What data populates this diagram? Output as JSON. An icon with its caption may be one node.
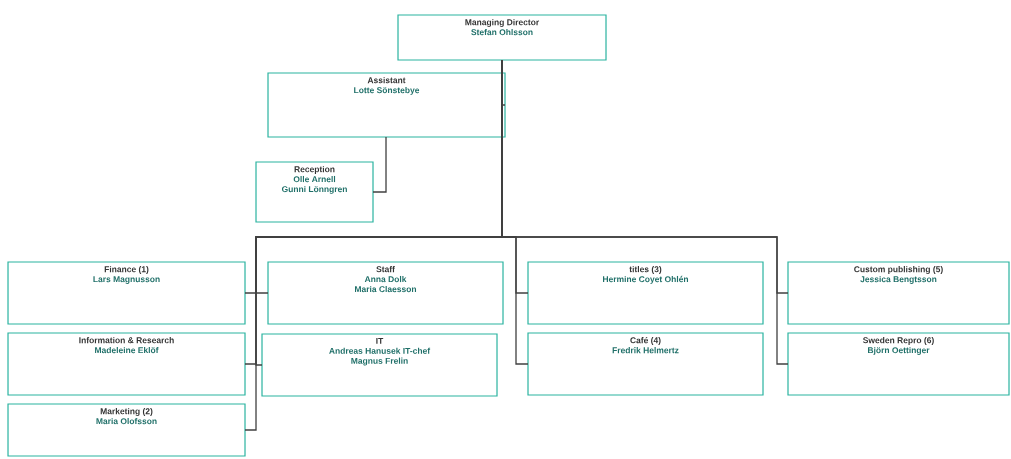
{
  "diagram": {
    "nodes": [
      {
        "text": [
          "Managing Director",
          "Stefan Ohlsson"
        ]
      },
      {
        "text": [
          "Assistant",
          "Lotte Sönstebye"
        ]
      },
      {
        "text": [
          "Reception",
          "Olle Arnell",
          "Gunni Lönngren"
        ]
      },
      {
        "text": [
          "Finance (1)",
          "Lars Magnusson"
        ]
      },
      {
        "text": [
          "Information & Research",
          "Madeleine Eklöf"
        ]
      },
      {
        "text": [
          "Marketing (2)",
          "Maria Olofsson"
        ]
      },
      {
        "text": [
          "Staff",
          "Anna Dolk",
          "Maria Claesson"
        ]
      },
      {
        "text": [
          "IT",
          "Andreas Hanusek IT-chef",
          "Magnus Frelin"
        ]
      },
      {
        "text": [
          "titles (3)",
          "Hermine Coyet Ohlén"
        ]
      },
      {
        "text": [
          "Café (4)",
          "Fredrik Helmertz"
        ]
      },
      {
        "text": [
          "Custom publishing (5)",
          "Jessica Bengtsson"
        ]
      },
      {
        "text": [
          "Sweden Repro (6)",
          "Björn Oettinger"
        ]
      }
    ],
    "edges": [
      {
        "from": 0,
        "to": 1,
        "arrow": "none"
      },
      {
        "from": 1,
        "to": 2,
        "arrow": "none"
      },
      {
        "from": 0,
        "to": 3,
        "arrow": "none"
      },
      {
        "from": 0,
        "to": 4,
        "arrow": "none"
      },
      {
        "from": 0,
        "to": 5,
        "arrow": "none"
      },
      {
        "from": 0,
        "to": 6,
        "arrow": "none"
      },
      {
        "from": 0,
        "to": 7,
        "arrow": "none"
      },
      {
        "from": 0,
        "to": 8,
        "arrow": "none"
      },
      {
        "from": 0,
        "to": 9,
        "arrow": "none"
      },
      {
        "from": 0,
        "to": 10,
        "arrow": "none"
      },
      {
        "from": 0,
        "to": 11,
        "arrow": "none"
      }
    ]
  }
}
